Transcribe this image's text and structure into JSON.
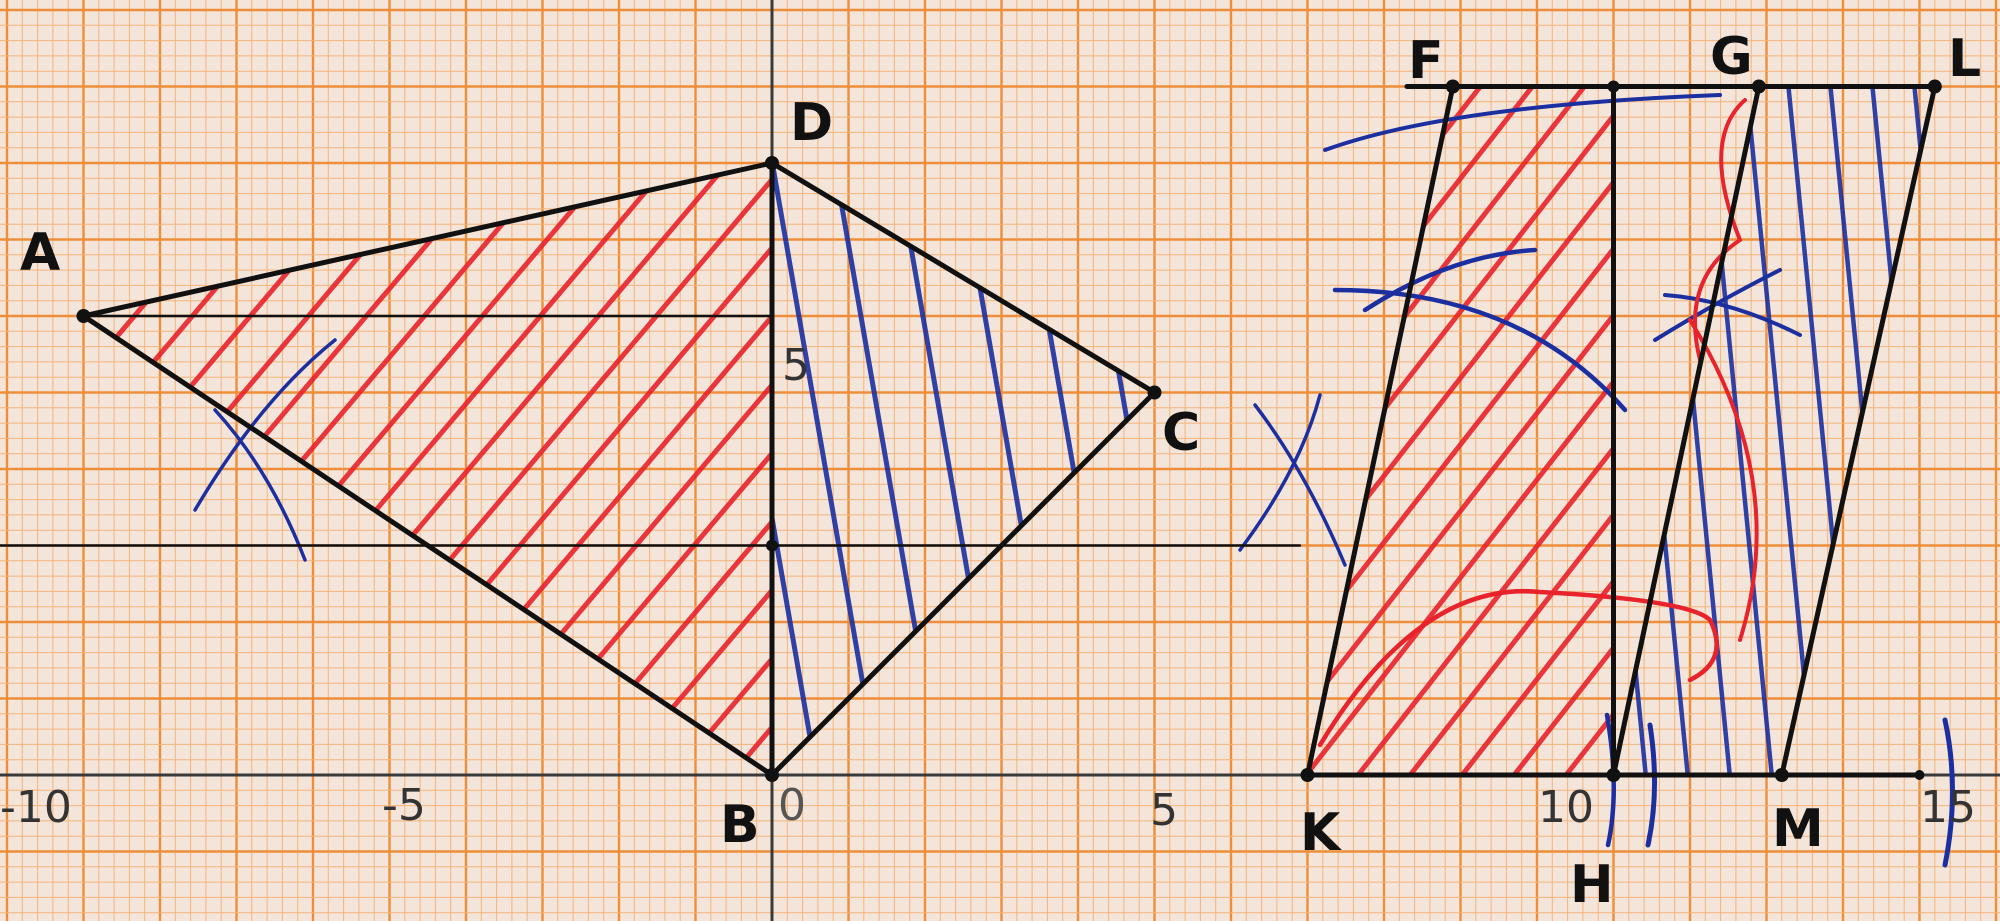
{
  "colors": {
    "paper": "#f4e5da",
    "grid_minor": "#f3b37a",
    "grid_major": "#ee8e3a",
    "ink": "#111111",
    "red": "#e8232b",
    "blue": "#1b2fa0"
  },
  "points": [
    {
      "name": "A",
      "label": "A",
      "x": -9,
      "y": 6
    },
    {
      "name": "B",
      "label": "B",
      "x": 0,
      "y": 0
    },
    {
      "name": "C",
      "label": "C",
      "x": 5,
      "y": 5
    },
    {
      "name": "D",
      "label": "D",
      "x": 0,
      "y": 8
    },
    {
      "name": "F",
      "label": "F",
      "x": 8.9,
      "y": 9
    },
    {
      "name": "G",
      "label": "G",
      "x": 12.9,
      "y": 9
    },
    {
      "name": "L",
      "label": "L",
      "x": 15.2,
      "y": 9
    },
    {
      "name": "K",
      "label": "K",
      "x": 7,
      "y": 0
    },
    {
      "name": "H",
      "label": "H",
      "x": 11,
      "y": 0
    },
    {
      "name": "M",
      "label": "M",
      "x": 13.2,
      "y": 0
    }
  ],
  "axis_labels": {
    "x_neg10": "-10",
    "x_neg5": "-5",
    "x_0": "0",
    "x_5": "5",
    "x_10": "10",
    "x_15": "15",
    "y_5": "5"
  }
}
